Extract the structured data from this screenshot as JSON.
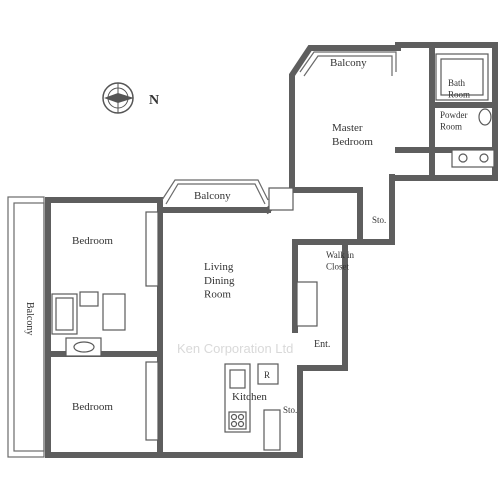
{
  "rooms": {
    "balcony_top": "Balcony",
    "bath_room": "Bath\nRoom",
    "powder_room": "Powder\nRoom",
    "master_bedroom": "Master\nBedroom",
    "balcony_middle": "Balcony",
    "storage_upper": "Sto.",
    "bedroom_upper": "Bedroom",
    "living_dining": "Living\nDining\nRoom",
    "walk_in_closet": "Walk in\nCloset",
    "balcony_left": "Balcony",
    "entrance": "Ent.",
    "refrigerator": "R",
    "bedroom_lower": "Bedroom",
    "kitchen": "Kitchen",
    "storage_lower": "Sto."
  },
  "compass": {
    "label": "N",
    "icon": "compass-icon"
  },
  "watermark": "Ken Corporation Ltd",
  "colors": {
    "wall": "#5e5e5e",
    "label": "#333333",
    "watermark": "#d9d9d9"
  }
}
